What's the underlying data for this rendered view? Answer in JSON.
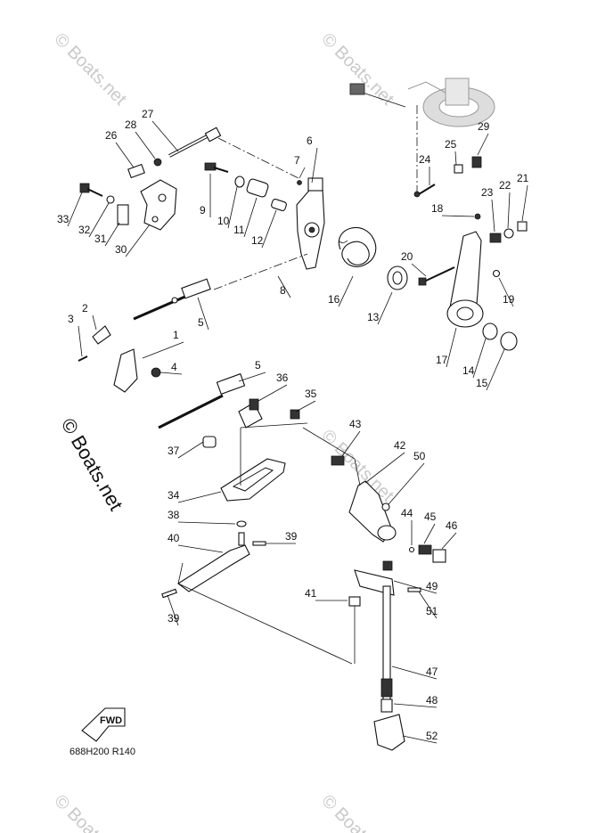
{
  "watermark": {
    "text": "© Boats.net",
    "faint_text": "© Boats.net"
  },
  "reference_code": "688H200 R140",
  "fwd_label": "FWD",
  "labels": [
    {
      "id": "1",
      "text": "1"
    },
    {
      "id": "2",
      "text": "2"
    },
    {
      "id": "3",
      "text": "3"
    },
    {
      "id": "4",
      "text": "4"
    },
    {
      "id": "5a",
      "text": "5"
    },
    {
      "id": "5b",
      "text": "5"
    },
    {
      "id": "6",
      "text": "6"
    },
    {
      "id": "7",
      "text": "7"
    },
    {
      "id": "8",
      "text": "8"
    },
    {
      "id": "9",
      "text": "9"
    },
    {
      "id": "10",
      "text": "10"
    },
    {
      "id": "11",
      "text": "11"
    },
    {
      "id": "12",
      "text": "12"
    },
    {
      "id": "13",
      "text": "13"
    },
    {
      "id": "14",
      "text": "14"
    },
    {
      "id": "15",
      "text": "15"
    },
    {
      "id": "16",
      "text": "16"
    },
    {
      "id": "17",
      "text": "17"
    },
    {
      "id": "18",
      "text": "18"
    },
    {
      "id": "19",
      "text": "19"
    },
    {
      "id": "20",
      "text": "20"
    },
    {
      "id": "21",
      "text": "21"
    },
    {
      "id": "22",
      "text": "22"
    },
    {
      "id": "23",
      "text": "23"
    },
    {
      "id": "24",
      "text": "24"
    },
    {
      "id": "25",
      "text": "25"
    },
    {
      "id": "26",
      "text": "26"
    },
    {
      "id": "27",
      "text": "27"
    },
    {
      "id": "28",
      "text": "28"
    },
    {
      "id": "29",
      "text": "29"
    },
    {
      "id": "30",
      "text": "30"
    },
    {
      "id": "31",
      "text": "31"
    },
    {
      "id": "32",
      "text": "32"
    },
    {
      "id": "33",
      "text": "33"
    },
    {
      "id": "34",
      "text": "34"
    },
    {
      "id": "35",
      "text": "35"
    },
    {
      "id": "36",
      "text": "36"
    },
    {
      "id": "37",
      "text": "37"
    },
    {
      "id": "38",
      "text": "38"
    },
    {
      "id": "39a",
      "text": "39"
    },
    {
      "id": "39b",
      "text": "39"
    },
    {
      "id": "40",
      "text": "40"
    },
    {
      "id": "41",
      "text": "41"
    },
    {
      "id": "42",
      "text": "42"
    },
    {
      "id": "43",
      "text": "43"
    },
    {
      "id": "44",
      "text": "44"
    },
    {
      "id": "45",
      "text": "45"
    },
    {
      "id": "46",
      "text": "46"
    },
    {
      "id": "47",
      "text": "47"
    },
    {
      "id": "48",
      "text": "48"
    },
    {
      "id": "49",
      "text": "49"
    },
    {
      "id": "50",
      "text": "50"
    },
    {
      "id": "51",
      "text": "51"
    },
    {
      "id": "52",
      "text": "52"
    }
  ]
}
